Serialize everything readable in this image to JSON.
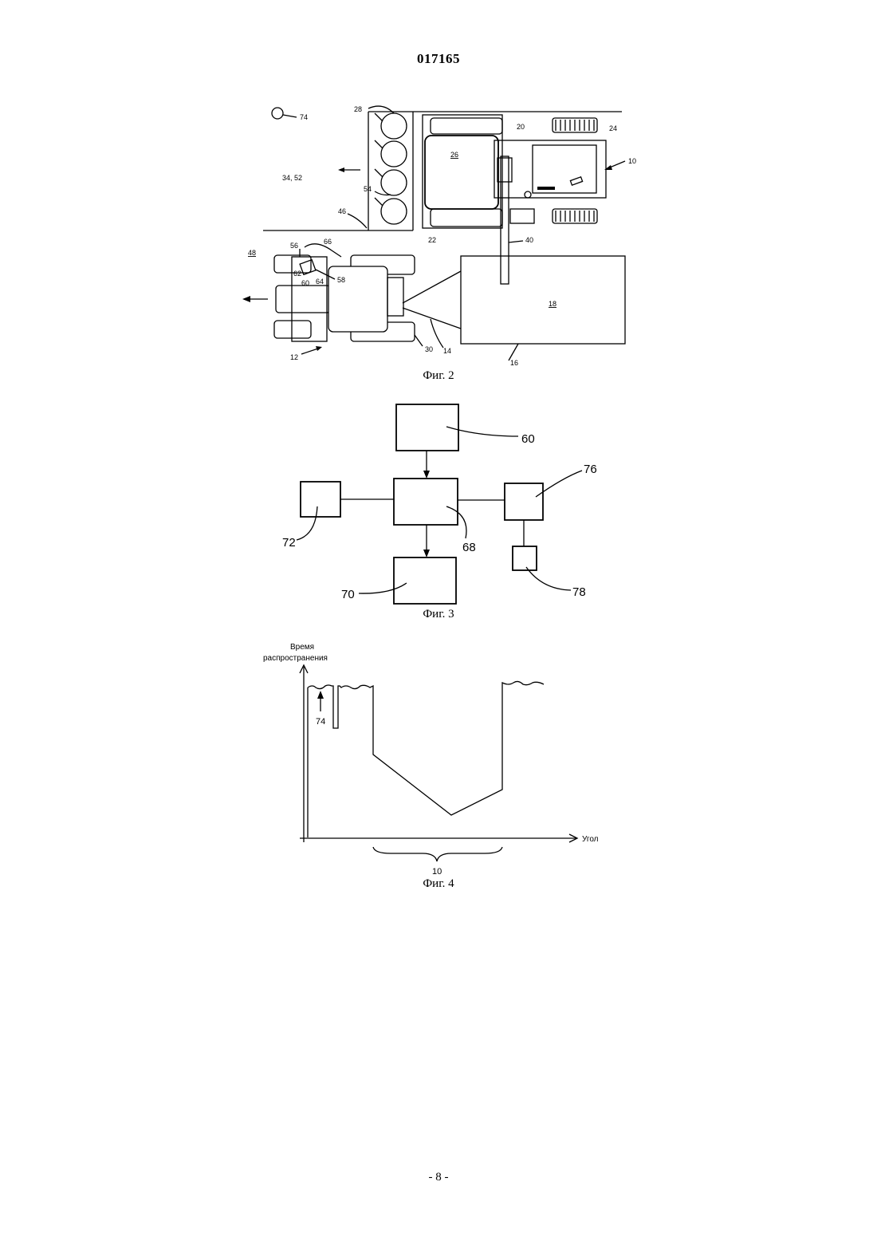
{
  "header": {
    "doc_number": "017165"
  },
  "figure2": {
    "caption": "Фиг. 2",
    "labels": {
      "l74": "74",
      "l28": "28",
      "l20": "20",
      "l24": "24",
      "l10": "10",
      "l26": "26",
      "l3452": "34, 52",
      "l54": "54",
      "l46": "46",
      "l22": "22",
      "l40": "40",
      "l48": "48",
      "l56": "56",
      "l66": "66",
      "l62": "62",
      "l60": "60",
      "l64": "64",
      "l58": "58",
      "l18": "18",
      "l30": "30",
      "l14": "14",
      "l12": "12",
      "l16": "16"
    }
  },
  "figure3": {
    "caption": "Фиг. 3",
    "labels": {
      "l60": "60",
      "l76": "76",
      "l72": "72",
      "l68": "68",
      "l70": "70",
      "l78": "78"
    }
  },
  "figure4": {
    "caption": "Фиг. 4",
    "y_axis_label_line1": "Время",
    "y_axis_label_line2": "распространения",
    "x_axis_label": "Угол",
    "label_74": "74",
    "label_10": "10"
  },
  "footer": {
    "page_number": "- 8 -"
  }
}
